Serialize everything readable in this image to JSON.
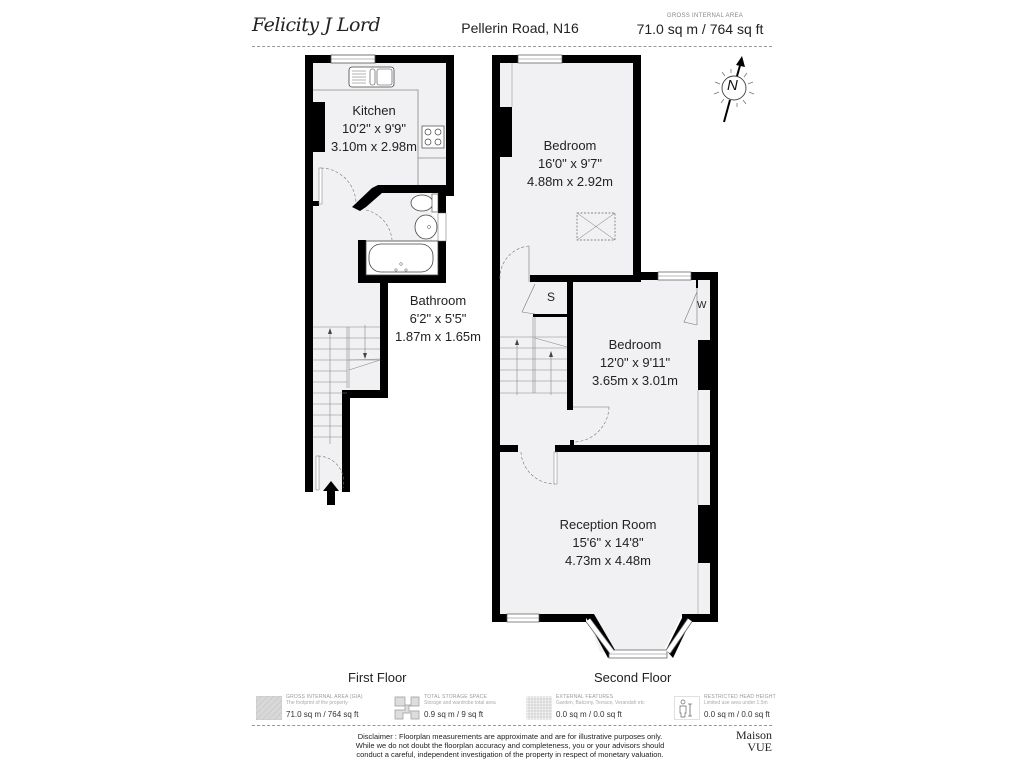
{
  "header": {
    "brand": "Felicity J Lord",
    "address": "Pellerin Road, N16",
    "gross_internal_area_label": "GROSS INTERNAL AREA",
    "gross_internal_area_value": "71.0 sq m / 764 sq ft"
  },
  "compass": {
    "icon": "north-arrow-icon",
    "label": "N"
  },
  "floors": [
    {
      "name": "First Floor",
      "rooms": [
        {
          "name": "Kitchen",
          "imperial": "10'2\" x 9'9\"",
          "metric": "3.10m x 2.98m"
        },
        {
          "name": "Bathroom",
          "imperial": "6'2\" x 5'5\"",
          "metric": "1.87m x 1.65m"
        }
      ]
    },
    {
      "name": "Second Floor",
      "rooms": [
        {
          "name": "Bedroom",
          "imperial": "16'0\" x 9'7\"",
          "metric": "4.88m x 2.92m"
        },
        {
          "name": "Bedroom",
          "imperial": "12'0\" x 9'11\"",
          "metric": "3.65m x 3.01m"
        },
        {
          "name": "Reception Room",
          "imperial": "15'6\" x 14'8\"",
          "metric": "4.73m x 4.48m"
        }
      ],
      "storage_labels": {
        "store": "S",
        "wardrobe": "W"
      }
    }
  ],
  "legend": [
    {
      "icon": "gia-hatch-icon",
      "title": "GROSS INTERNAL AREA (GIA)",
      "subtitle": "The footprint of the property",
      "value": "71.0 sq m / 764 sq ft"
    },
    {
      "icon": "storage-pattern-icon",
      "title": "TOTAL STORAGE SPACE",
      "subtitle": "Storage and wardrobe total area",
      "value": "0.9 sq m / 9 sq ft"
    },
    {
      "icon": "external-grid-icon",
      "title": "EXTERNAL FEATURES",
      "subtitle": "Garden, Balcony, Terrace, Verandah etc",
      "value": "0.0 sq m / 0.0 sq ft"
    },
    {
      "icon": "restricted-height-icon",
      "title": "RESTRICTED HEAD HEIGHT",
      "subtitle": "Limited use area under 1.5m",
      "value": "0.0 sq m / 0.0 sq ft"
    }
  ],
  "footer": {
    "disclaimer_1": "Disclaimer : Floorplan measurements are approximate and are for illustrative purposes only.",
    "disclaimer_2": "While we do not doubt the floorplan accuracy and completeness, you or your advisors should",
    "disclaimer_3": "conduct a careful, independent investigation of the property in respect of monetary valuation.",
    "maison": "Maison",
    "vue": "VUE"
  },
  "colors": {
    "wall": "#000000",
    "floor": "#f1f1f3",
    "text": "#222222",
    "dash": "#999999"
  }
}
